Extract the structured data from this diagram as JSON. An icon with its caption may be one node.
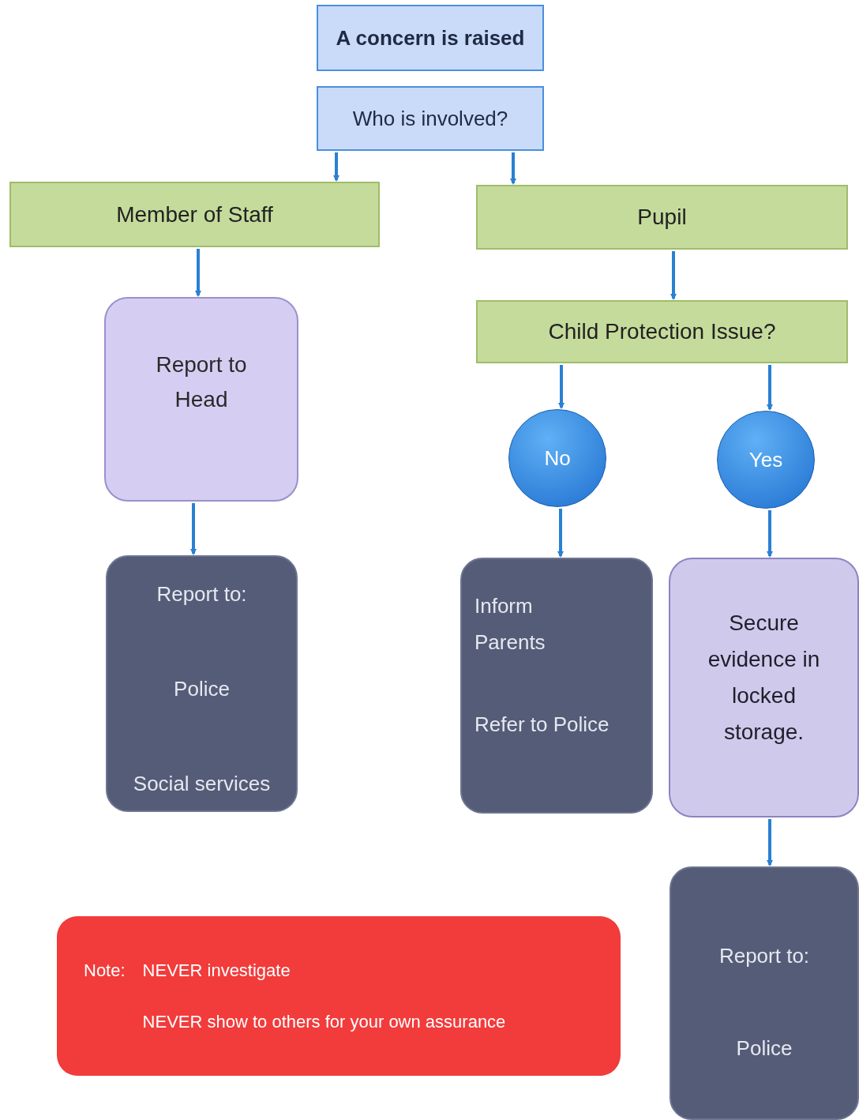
{
  "diagram": {
    "nodes": [
      {
        "text": [
          "A concern is raised"
        ]
      },
      {
        "text": [
          "Who is involved?"
        ]
      },
      {
        "text": [
          "Member of Staff"
        ]
      },
      {
        "text": [
          "Pupil"
        ]
      },
      {
        "text": [
          "Report to Head"
        ]
      },
      {
        "text": [
          "Child Protection Issue?"
        ]
      },
      {
        "text": [
          "No"
        ]
      },
      {
        "text": [
          "Yes"
        ]
      },
      {
        "text": [
          "Report to:",
          "Police",
          "Social services"
        ]
      },
      {
        "text": [
          "Inform Parents",
          "Refer to Police"
        ]
      },
      {
        "text": [
          "Secure evidence in locked storage."
        ]
      },
      {
        "text": [
          "Report to:",
          "Police"
        ]
      },
      {
        "text": [
          "Note:",
          "NEVER investigate",
          "NEVER show to others for your own assurance"
        ]
      }
    ],
    "edges": [
      {
        "from": 1,
        "to": 2,
        "arrow": "to"
      },
      {
        "from": 1,
        "to": 3,
        "arrow": "to"
      },
      {
        "from": 2,
        "to": 4,
        "arrow": "to"
      },
      {
        "from": 3,
        "to": 5,
        "arrow": "to"
      },
      {
        "from": 5,
        "to": 6,
        "arrow": "to"
      },
      {
        "from": 5,
        "to": 7,
        "arrow": "to"
      },
      {
        "from": 4,
        "to": 8,
        "arrow": "to"
      },
      {
        "from": 6,
        "to": 9,
        "arrow": "to"
      },
      {
        "from": 7,
        "to": 10,
        "arrow": "to"
      },
      {
        "from": 10,
        "to": 11,
        "arrow": "to"
      }
    ]
  }
}
